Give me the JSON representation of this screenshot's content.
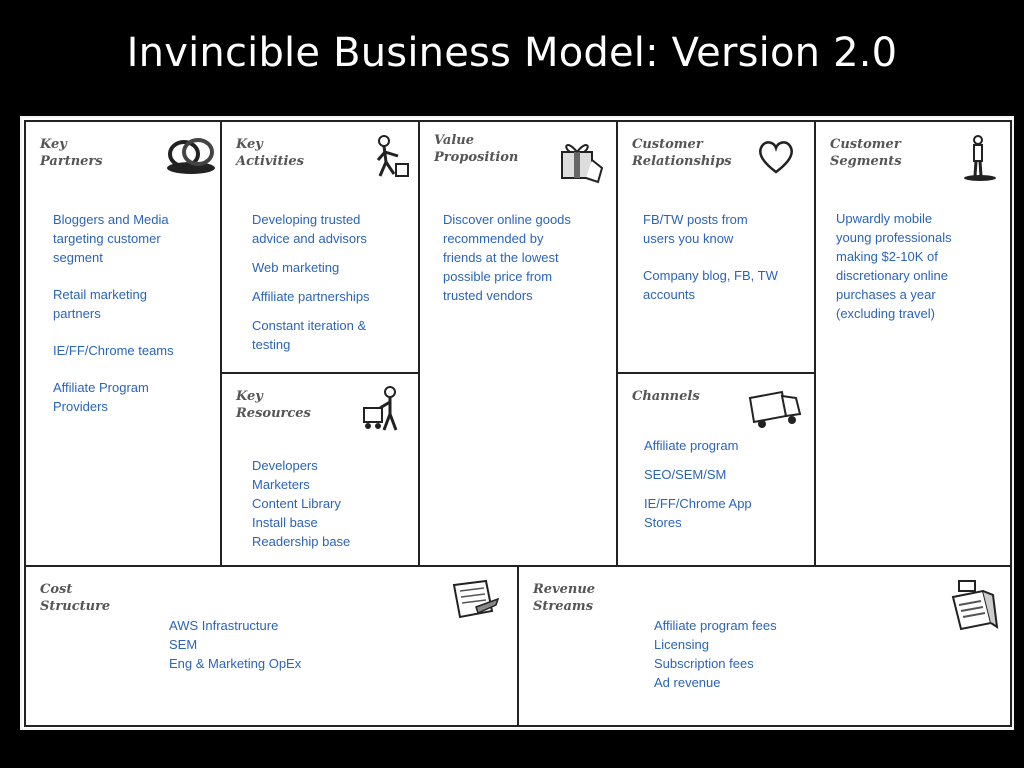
{
  "slide": {
    "title": "Invincible Business Model: Version 2.0"
  },
  "blocks": {
    "key_partners": {
      "heading": "Key\nPartners",
      "icon": "chain-links-icon",
      "items": [
        "Bloggers and Media\ntargeting customer\nsegment",
        "Retail marketing\npartners",
        "IE/FF/Chrome teams",
        "Affiliate Program\nProviders"
      ]
    },
    "key_activities": {
      "heading": "Key\nActivities",
      "icon": "worker-icon",
      "items": [
        "Developing trusted\nadvice and advisors",
        "Web marketing",
        "Affiliate partnerships",
        "Constant iteration &\ntesting"
      ]
    },
    "key_resources": {
      "heading": "Key\nResources",
      "icon": "worker-with-machine-icon",
      "items": [
        "Developers\nMarketers\nContent Library\nInstall base\nReadership base"
      ]
    },
    "value_proposition": {
      "heading": "Value\nProposition",
      "icon": "gift-icon",
      "items": [
        "Discover online goods\nrecommended by\nfriends at the lowest\npossible price from\ntrusted vendors"
      ]
    },
    "customer_relationships": {
      "heading": "Customer\nRelationships",
      "icon": "heart-icon",
      "items": [
        "FB/TW posts from\nusers you know",
        "Company blog, FB, TW\naccounts"
      ]
    },
    "channels": {
      "heading": "Channels",
      "icon": "truck-icon",
      "items": [
        "Affiliate program",
        "SEO/SEM/SM",
        "IE/FF/Chrome App\nStores"
      ]
    },
    "customer_segments": {
      "heading": "Customer\nSegments",
      "icon": "person-icon",
      "items": [
        "Upwardly mobile\nyoung professionals\nmaking $2-10K of\ndiscretionary online\npurchases a year\n(excluding travel)"
      ]
    },
    "cost_structure": {
      "heading": "Cost\nStructure",
      "icon": "invoice-icon",
      "items": [
        "AWS Infrastructure\nSEM\nEng & Marketing OpEx"
      ]
    },
    "revenue_streams": {
      "heading": "Revenue\nStreams",
      "icon": "cash-register-icon",
      "items": [
        "Affiliate program fees\nLicensing\nSubscription fees\nAd revenue"
      ]
    }
  },
  "colors": {
    "background": "#000000",
    "canvas": "#ffffff",
    "item_text": "#2b64b8",
    "heading_text": "#555555",
    "title_text": "#ffffff"
  }
}
